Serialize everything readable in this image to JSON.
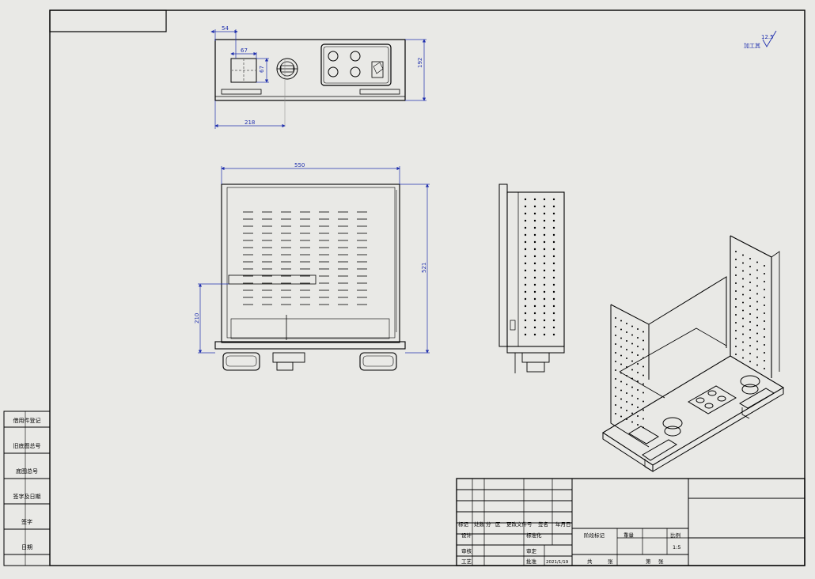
{
  "dims": {
    "d54": "54",
    "d67a": "67",
    "d67b": "67",
    "d192": "192",
    "d218": "218",
    "d550": "550",
    "d521": "521",
    "d210": "210"
  },
  "surface_note": {
    "label": "加工其",
    "roughness": "12.5"
  },
  "left_strip": [
    "借用件登记",
    "旧底图总号",
    "底图总号",
    "签字及日期",
    "签字",
    "日期"
  ],
  "title_block": {
    "r1": [
      "标记",
      "处数",
      "分",
      "区",
      "更改文件号",
      "签名",
      "年月日"
    ],
    "r2": [
      "设计",
      "标准化",
      "阶段标记",
      "重量",
      "比例"
    ],
    "r3": [
      "审核",
      "审定"
    ],
    "r4": [
      "工艺",
      "批准",
      "2021/1/19",
      "共",
      "张",
      "第",
      "张"
    ],
    "scale": "1:5"
  }
}
